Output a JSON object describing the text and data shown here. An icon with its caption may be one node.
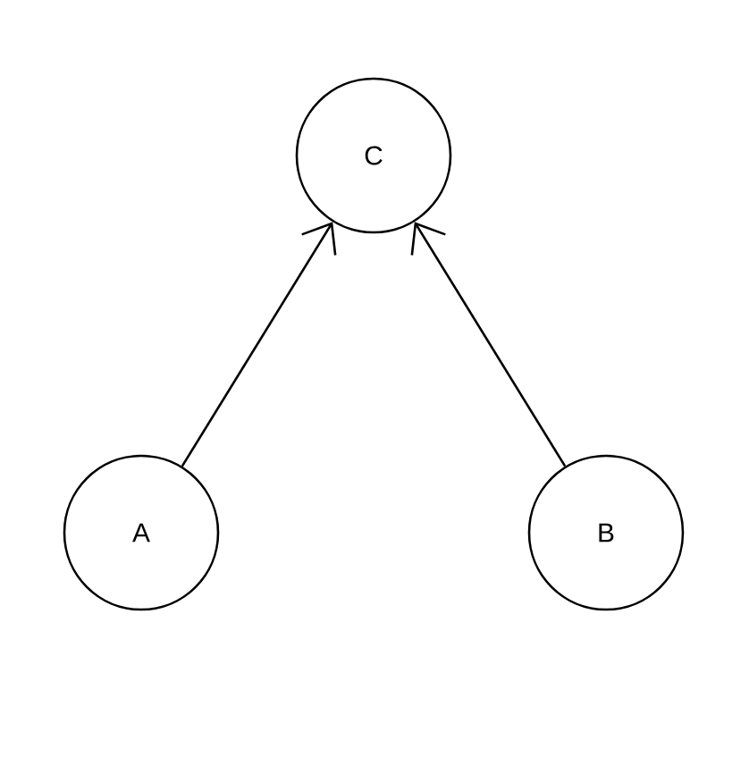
{
  "diagram": {
    "nodes": [
      {
        "text": [
          "C"
        ]
      },
      {
        "text": [
          "A"
        ]
      },
      {
        "text": [
          "B"
        ]
      }
    ],
    "edges": [
      {
        "from": 1,
        "to": 0,
        "arrow": "to"
      },
      {
        "from": 2,
        "to": 0,
        "arrow": "to"
      }
    ]
  }
}
